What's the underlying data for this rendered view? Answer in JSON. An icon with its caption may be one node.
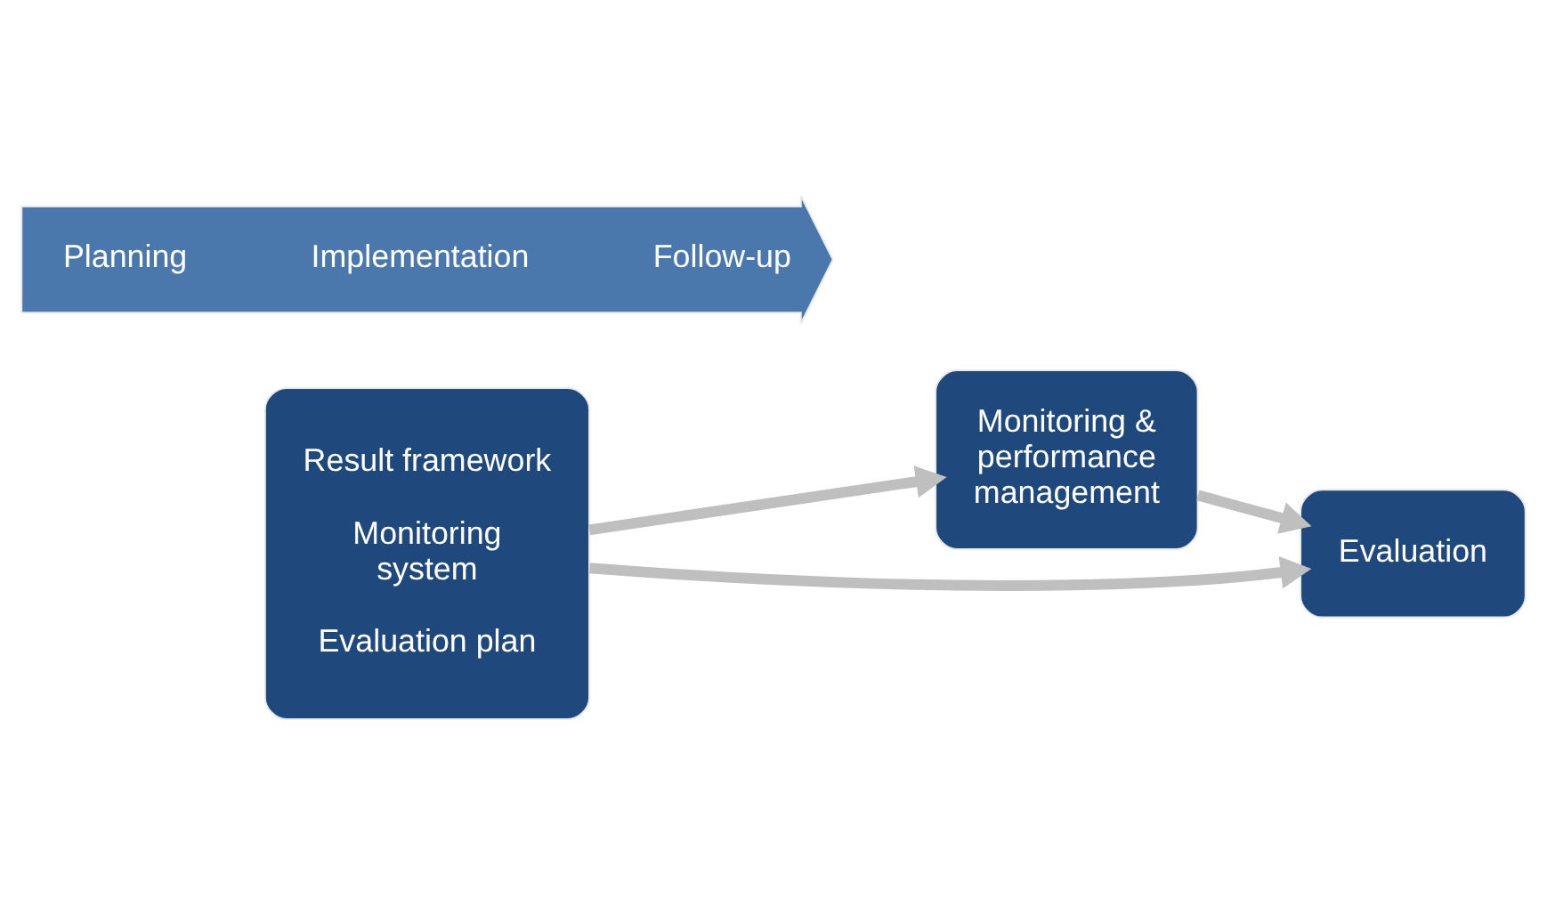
{
  "diagram": {
    "nodes": [
      {
        "text": [
          "Planning",
          "Implementation",
          "Follow-up"
        ]
      },
      {
        "text": [
          "Result framework",
          "Monitoring system",
          "Evaluation plan"
        ]
      },
      {
        "text": [
          "Monitoring & performance management"
        ]
      },
      {
        "text": [
          "Evaluation"
        ]
      }
    ],
    "edges": [
      {
        "from": 1,
        "to": 2,
        "arrow": "to"
      },
      {
        "from": 2,
        "to": 3,
        "arrow": "to"
      },
      {
        "from": 1,
        "to": 3,
        "arrow": "to"
      }
    ]
  }
}
